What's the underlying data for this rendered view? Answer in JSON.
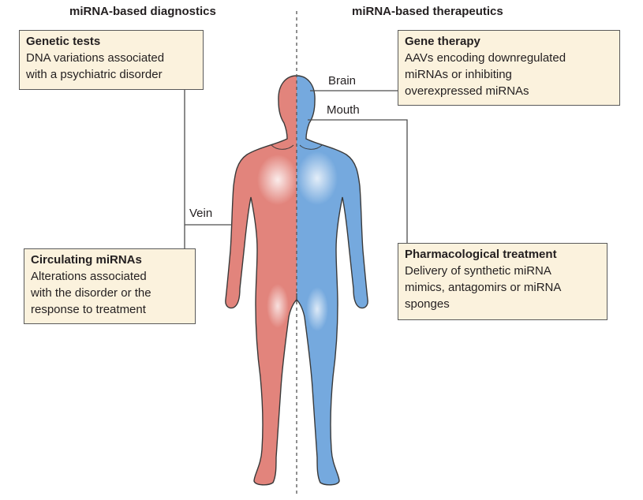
{
  "headers": {
    "diagnostics": "miRNA-based diagnostics",
    "therapeutics": "miRNA-based therapeutics"
  },
  "boxes": {
    "genetic_tests": {
      "title": "Genetic tests",
      "lines": [
        "DNA variations associated",
        "with a psychiatric disorder"
      ]
    },
    "circulating_mirnas": {
      "title": "Circulating miRNAs",
      "lines": [
        "Alterations associated",
        "with the disorder or the",
        "response to treatment"
      ]
    },
    "gene_therapy": {
      "title": "Gene therapy",
      "lines": [
        "AAVs encoding downregulated",
        "miRNAs or inhibiting",
        "overexpressed miRNAs"
      ]
    },
    "pharmacological_treatment": {
      "title": "Pharmacological treatment",
      "lines": [
        "Delivery of synthetic miRNA",
        "mimics, antagomirs or miRNA",
        "sponges"
      ]
    }
  },
  "sites": {
    "brain": "Brain",
    "mouth": "Mouth",
    "vein": "Vein"
  },
  "colors": {
    "left_half": "#e2847c",
    "right_half": "#75a9de",
    "box_fill": "#fbf2dd",
    "box_border": "#5a5a5a",
    "connector": "#4d4d4d",
    "divider": "#555555"
  }
}
